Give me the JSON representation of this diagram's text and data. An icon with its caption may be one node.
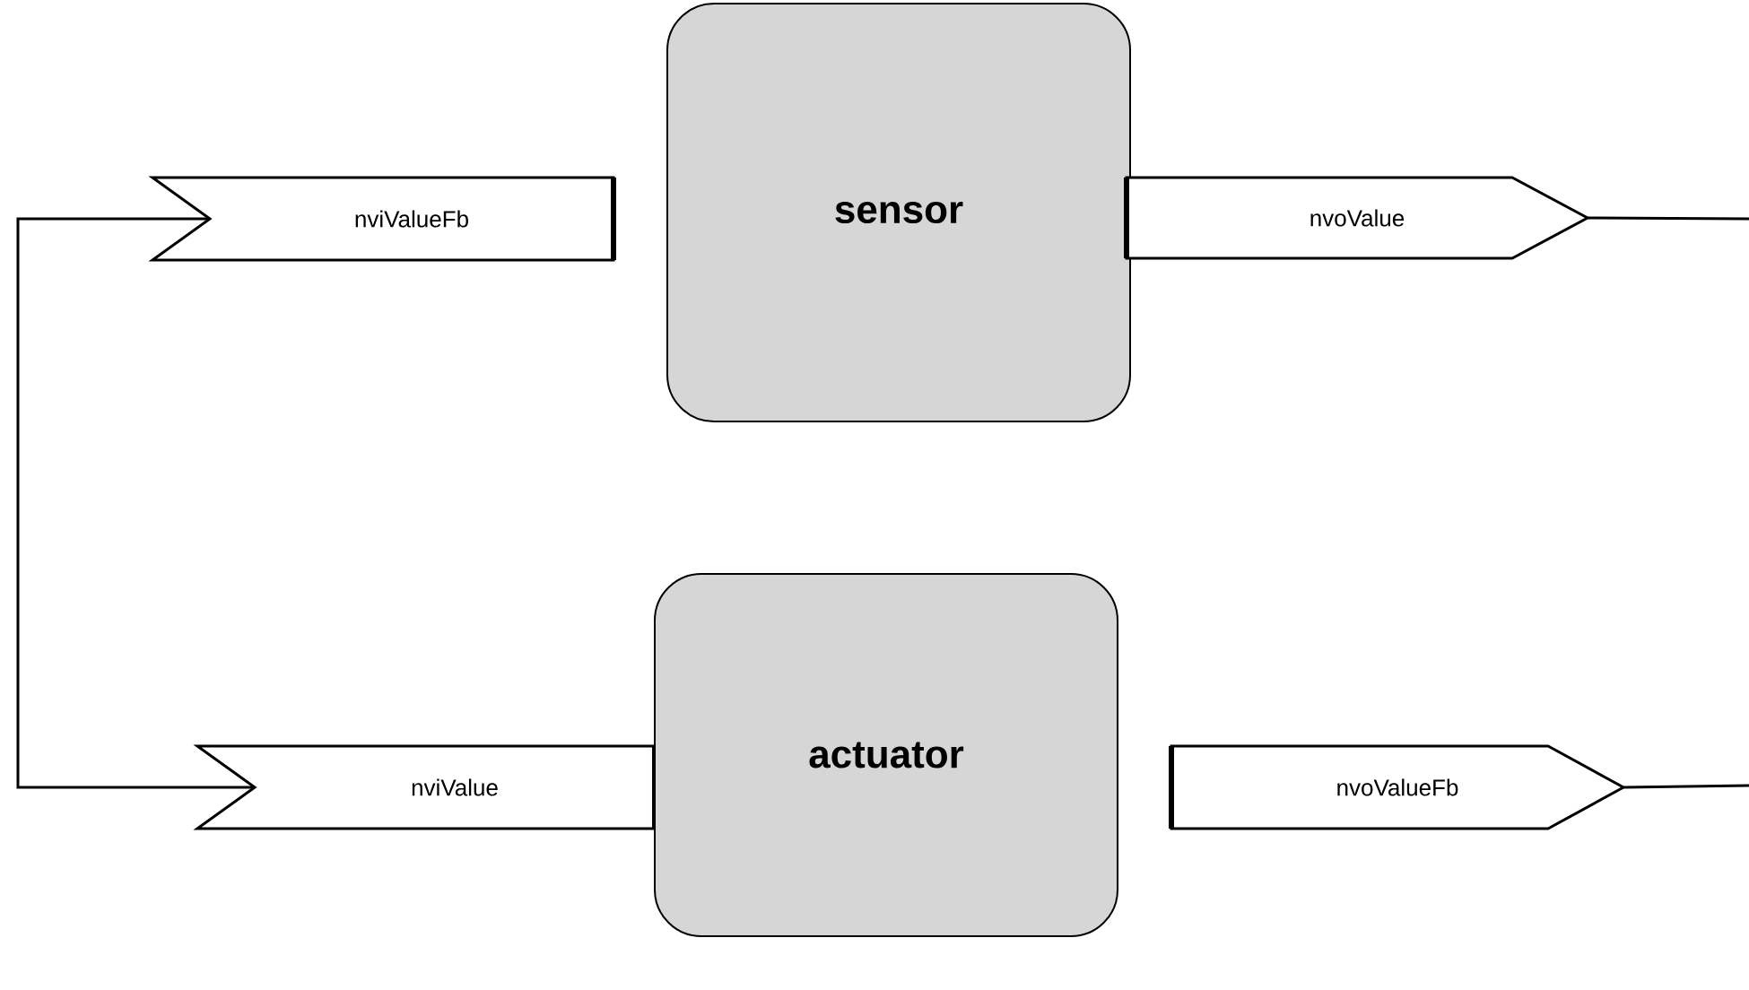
{
  "diagram": {
    "nodes": [
      {
        "text": [
          "nviValueFb"
        ]
      },
      {
        "text": [
          "sensor"
        ]
      },
      {
        "text": [
          "nvoValue"
        ]
      },
      {
        "text": [
          "nviValue"
        ]
      },
      {
        "text": [
          "actuator"
        ]
      },
      {
        "text": [
          "nvoValueFb"
        ]
      }
    ],
    "edges": [
      {
        "from": 0,
        "to": 3,
        "arrow": "none"
      },
      {
        "from": 2,
        "to": null,
        "arrow": "none"
      },
      {
        "from": 5,
        "to": null,
        "arrow": "none"
      }
    ]
  }
}
